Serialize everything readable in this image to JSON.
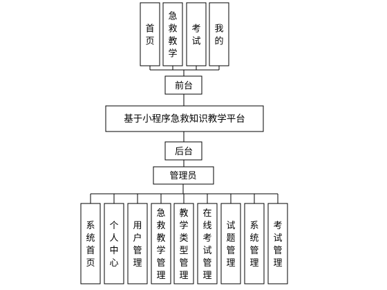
{
  "diagram": {
    "front_modules": [
      "首页",
      "急救教学",
      "考试",
      "我的"
    ],
    "front_label": "前台",
    "system_label": "基于小程序急救知识教学平台",
    "back_label": "后台",
    "admin_label": "管理员",
    "admin_modules": [
      "系统首页",
      "个人中心",
      "用户管理",
      "急救教学管理",
      "教学类型管理",
      "在线考试管理",
      "试题管理",
      "系统管理",
      "考试管理"
    ]
  }
}
